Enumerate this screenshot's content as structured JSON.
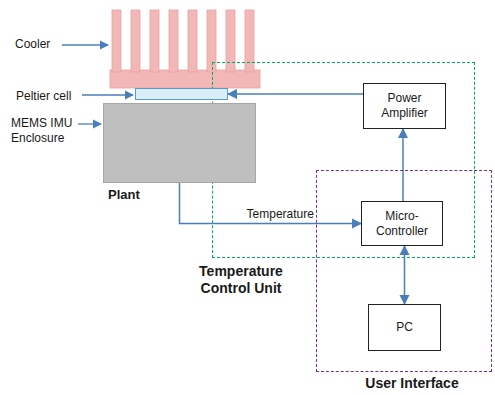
{
  "diagram": {
    "nodes": [
      {
        "text": [
          "Temperature Control Unit"
        ]
      },
      {
        "text": [
          "User Interface"
        ]
      },
      {
        "text": [
          "Power Amplifier"
        ],
        "in": 0
      },
      {
        "text": [
          "Micro-Controller"
        ],
        "in": 0
      },
      {
        "text": [
          "PC"
        ],
        "in": 1
      },
      {
        "text": [
          "Peltier cell"
        ]
      },
      {
        "text": [
          "MEMS IMU Enclosure"
        ]
      }
    ],
    "edges": [
      {
        "from": 3,
        "to": 2,
        "arrow": "to"
      },
      {
        "from": 2,
        "to": 5,
        "arrow": "to"
      },
      {
        "from": 6,
        "to": 3,
        "arrow": "to",
        "label": "Temperature"
      },
      {
        "from": 3,
        "to": 4,
        "arrow": "both"
      }
    ],
    "labels": [
      "Cooler",
      "Plant"
    ]
  }
}
